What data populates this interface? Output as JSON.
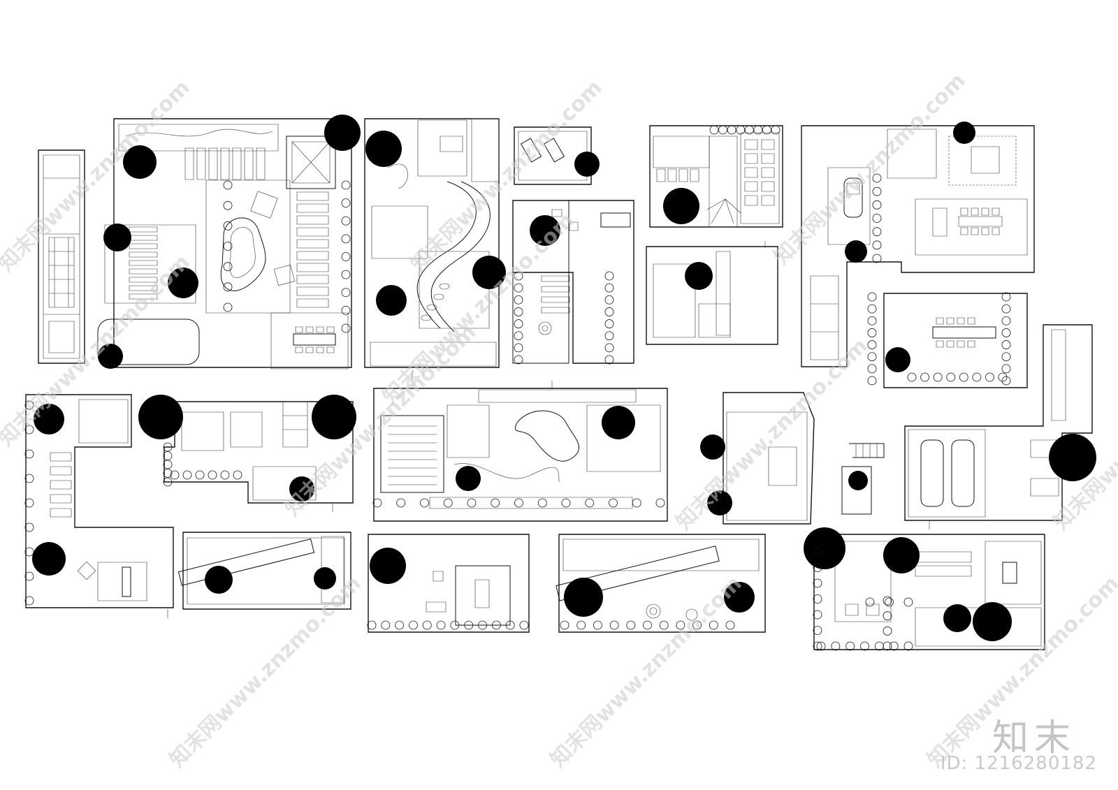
{
  "watermark": {
    "site_cn": "知末网www.znzmo.com",
    "brand": "知末",
    "id_label": "ID: 1216280182"
  },
  "colors": {
    "line": "#111111",
    "watermark": "#cccccc",
    "background": "#ffffff"
  }
}
